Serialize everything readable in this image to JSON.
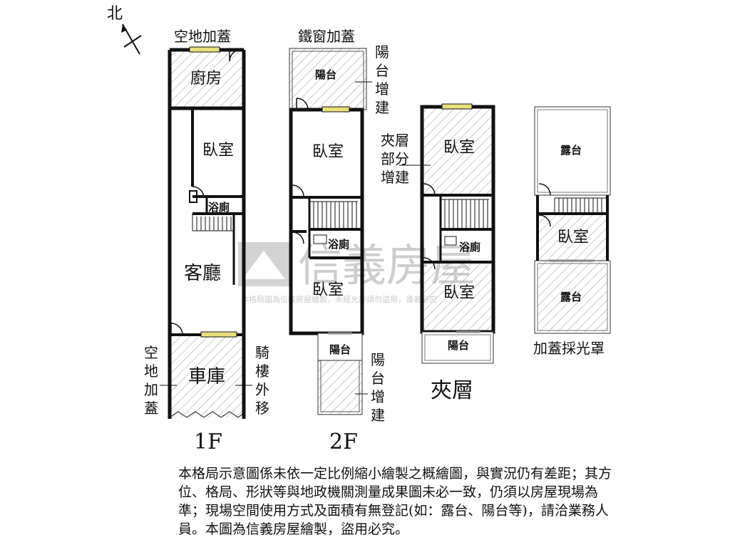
{
  "compass": {
    "north_label": "北"
  },
  "floor_1f": {
    "label": "1F",
    "top_note": "空地加蓋",
    "rooms": {
      "kitchen": "廚房",
      "bedroom": "臥室",
      "bath": "浴廁",
      "living": "客廳",
      "garage": "車庫"
    },
    "left_note": [
      "空",
      "地",
      "加",
      "蓋"
    ],
    "right_note": [
      "騎",
      "樓",
      "外",
      "移"
    ]
  },
  "floor_2f": {
    "label": "2F",
    "top_note": "鐵窗加蓋",
    "rooms": {
      "balcony_top": "陽台",
      "bedroom_top": "臥室",
      "bath": "浴廁",
      "bedroom_bottom": "臥室",
      "balcony_bottom": "陽台"
    },
    "right_note_top": [
      "陽",
      "台",
      "增",
      "建"
    ],
    "right_note_bottom": [
      "陽",
      "台",
      "增",
      "建"
    ]
  },
  "mezzanine": {
    "label": "夾層",
    "left_note": [
      "夾層",
      "部分",
      "增建"
    ],
    "rooms": {
      "bedroom_top": "臥室",
      "bath": "浴廁",
      "bedroom_bottom": "臥室",
      "balcony": "陽台"
    }
  },
  "roof": {
    "label": "加蓋採光罩",
    "rooms": {
      "terrace_top": "露台",
      "bedroom": "臥室",
      "terrace_bottom": "露台"
    }
  },
  "watermark": {
    "brand": "信義房屋",
    "notice": "本格局圖為信義房屋繪製，未經允許請勿盜用，違者必究"
  },
  "disclaimer": "本格局示意圖係未依一定比例縮小繪製之概繪圖，與實況仍有差距；其方位、格局、形狀等與地政機關測量成果圖未必一致，仍須以房屋現場為準；現場空間使用方式及面積有無登記(如：露台、陽台等)，請洽業務人員。本圖為信義房屋繪製，盜用必究。"
}
